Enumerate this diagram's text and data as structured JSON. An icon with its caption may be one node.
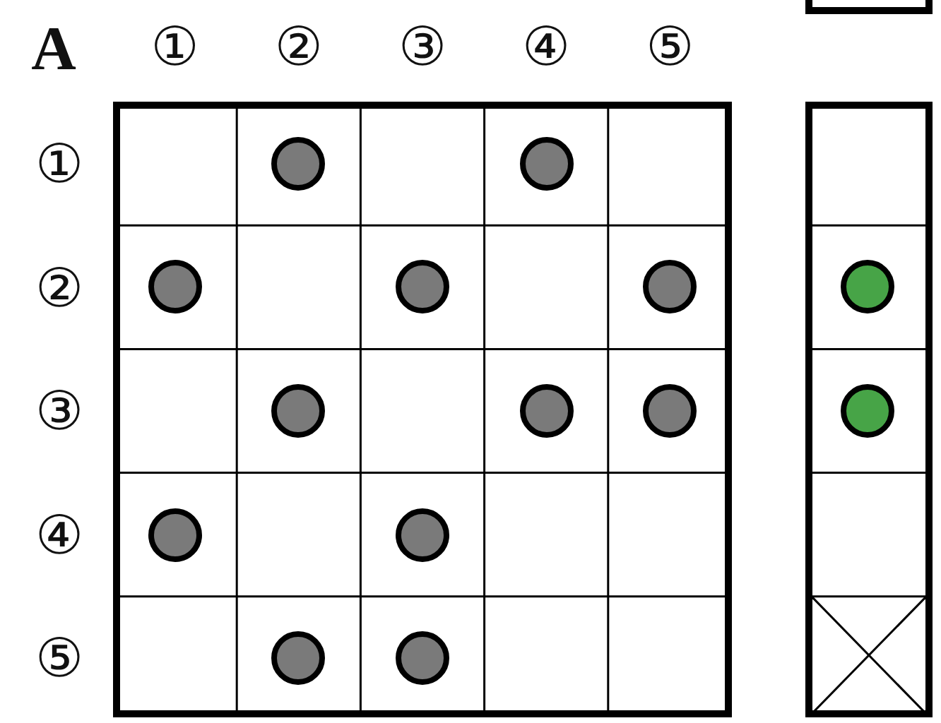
{
  "diagram": {
    "nodes": [
      {
        "text": [],
        "shape": "box"
      },
      {
        "text": [],
        "shape": "box"
      },
      {
        "text": [],
        "shape": "box"
      },
      {
        "text": [],
        "shape": "circle",
        "in": 1
      },
      {
        "text": [],
        "shape": "circle",
        "in": 1
      },
      {
        "text": [],
        "shape": "circle",
        "in": 1
      },
      {
        "text": [],
        "shape": "circle",
        "in": 1
      },
      {
        "text": [],
        "shape": "circle",
        "in": 1
      },
      {
        "text": [],
        "shape": "circle",
        "in": 1
      },
      {
        "text": [],
        "shape": "circle",
        "in": 1
      },
      {
        "text": [],
        "shape": "circle",
        "in": 1
      },
      {
        "text": [],
        "shape": "circle",
        "in": 1
      },
      {
        "text": [],
        "shape": "circle",
        "in": 1
      },
      {
        "text": [],
        "shape": "circle",
        "in": 1
      },
      {
        "text": [],
        "shape": "circle",
        "in": 1
      },
      {
        "text": [],
        "shape": "circle",
        "in": 2
      },
      {
        "text": [],
        "shape": "circle",
        "in": 2
      }
    ],
    "labels": [
      "A",
      "①",
      "②",
      "③",
      "④",
      "⑤",
      "①",
      "②",
      "③",
      "④",
      "⑤"
    ]
  }
}
